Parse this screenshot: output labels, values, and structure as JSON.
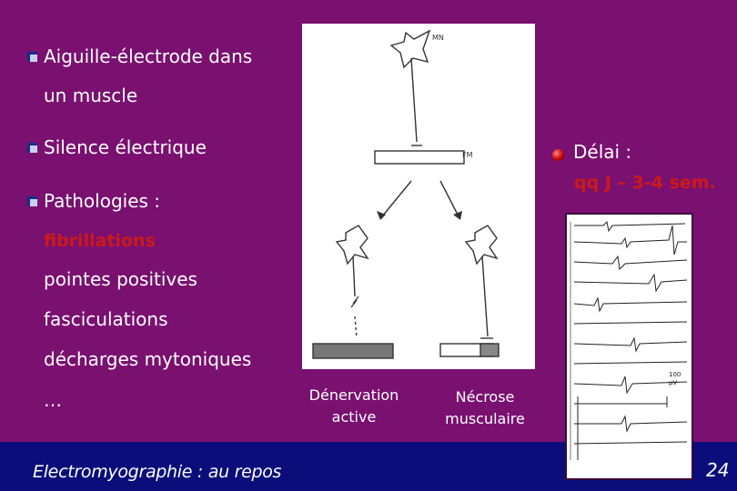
{
  "bullets": [
    {
      "line1": "Aiguille-électrode dans",
      "line2": "un muscle"
    },
    {
      "line1": "Silence électrique"
    },
    {
      "line1": "Pathologies :"
    }
  ],
  "pathologies": {
    "item1": "fibrillations",
    "item2": "pointes positives",
    "item3": "fasciculations",
    "item4": "décharges mytoniques",
    "item5": "…"
  },
  "delay": {
    "label": "Délai :",
    "value": "qq J – 3-4 sem."
  },
  "diagram": {
    "mn_label": "MN",
    "fm_label": "FM"
  },
  "emg": {
    "scale_label_1": "100",
    "scale_label_2": "μV"
  },
  "captions": {
    "left_line1": "Dénervation",
    "left_line2": "active",
    "right_line1": "Nécrose",
    "right_line2": "musculaire"
  },
  "footer": {
    "title": "Electromyographie : au repos",
    "page": "24"
  },
  "colors": {
    "background": "#7a1070",
    "footer": "#0a0d7a",
    "accent_red": "#cc1a1a"
  }
}
